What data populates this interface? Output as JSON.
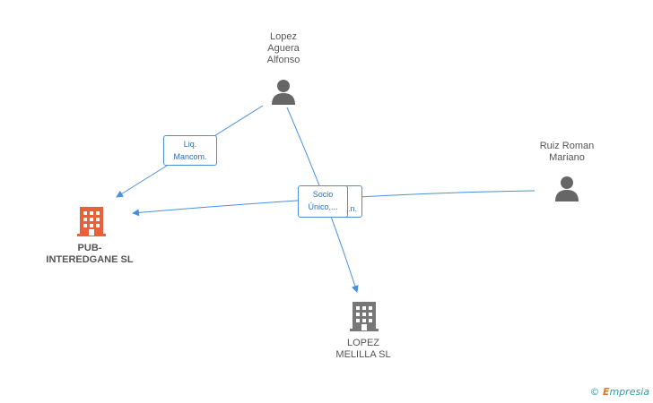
{
  "nodes": {
    "lopez_aguera": {
      "lines": [
        "Lopez",
        "Aguera",
        "Alfonso"
      ],
      "type": "person",
      "color": "#666666"
    },
    "ruiz_roman": {
      "lines": [
        "Ruiz Roman",
        "Mariano"
      ],
      "type": "person",
      "color": "#666666"
    },
    "pub_interedgane": {
      "lines": [
        "PUB-",
        "INTEREDGANE SL"
      ],
      "type": "company",
      "color": "#e8613a"
    },
    "lopez_melilla": {
      "lines": [
        "LOPEZ",
        "MELILLA  SL"
      ],
      "type": "company",
      "color": "#777777"
    }
  },
  "edges": {
    "liq_mancom": {
      "lines": [
        "Liq.",
        "Mancom."
      ]
    },
    "socio_back": {
      "lines": [
        "",
        "...n."
      ]
    },
    "socio_front": {
      "lines": [
        "Socio",
        "Único,..."
      ]
    }
  },
  "edge_color": "#4a90d9",
  "watermark": {
    "symbol": "©",
    "brand_initial": "E",
    "brand_rest": "mpresia"
  }
}
